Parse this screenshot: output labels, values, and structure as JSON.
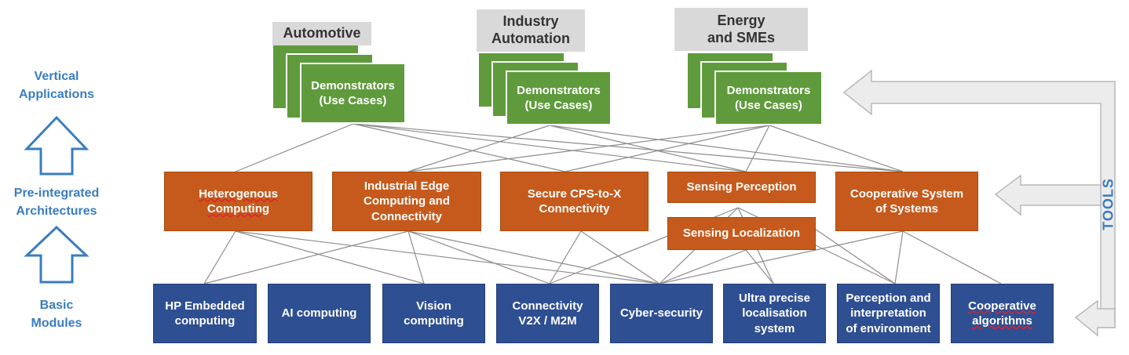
{
  "side_labels": {
    "vertical": "Vertical\nApplications",
    "pre_integrated": "Pre-integrated\nArchitectures",
    "basic": "Basic\nModules"
  },
  "applications": [
    {
      "title": "Automotive",
      "demo": "Demonstrators\n(Use Cases)"
    },
    {
      "title": "Industry\nAutomation",
      "demo": "Demonstrators\n(Use Cases)"
    },
    {
      "title": "Energy\nand SMEs",
      "demo": "Demonstrators\n(Use Cases)"
    }
  ],
  "architectures": [
    "Heterogenous\nComputing",
    "Industrial Edge\nComputing and\nConnectivity",
    "Secure CPS-to-X\nConnectivity",
    "Sensing Perception",
    "Sensing Localization",
    "Cooperative System\nof Systems"
  ],
  "modules": [
    "HP Embedded\ncomputing",
    "AI computing",
    "Vision\ncomputing",
    "Connectivity\nV2X / M2M",
    "Cyber-security",
    "Ultra precise\nlocalisation\nsystem",
    "Perception and\ninterpretation\nof environment",
    "Cooperative\nalgorithms"
  ],
  "tools_label": "TOOLS",
  "colors": {
    "module": "#2e4f92",
    "architecture": "#c65a1c",
    "demonstrator": "#5f9b3c",
    "side_label": "#3a7dc0",
    "tools_arrow": "#e6e6e6"
  }
}
